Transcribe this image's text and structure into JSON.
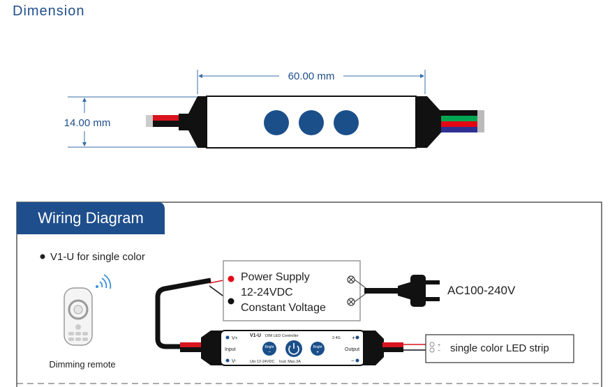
{
  "dimension": {
    "title": "Dimension",
    "width_label": "60.00 mm",
    "height_label": "14.00 mm",
    "button_color": "#1b4f8a",
    "wire_colors": [
      "#000000",
      "#00a651",
      "#e30613",
      "#2e3192"
    ]
  },
  "wiring": {
    "title": "Wiring Diagram",
    "tab_color": "#1f4e8c",
    "bullet_text": "V1-U for single color",
    "remote_label": "Dimming remote",
    "power_supply": {
      "line1": "Power Supply",
      "line2": "12-24VDC",
      "line3": "Constant Voltage"
    },
    "ac_label": "AC100-240V",
    "led_strip_label": "single color LED strip",
    "controller": {
      "model": "V1-U",
      "subtitle": "DIM LED Controller",
      "input_label": "Input",
      "output_label": "Output",
      "vplus": "V+",
      "vminus": "V-",
      "plus": "+",
      "minus": "−",
      "bright_up": "Bright",
      "bright_down": "Bright",
      "spec_vin": "Uin:12-24VDC",
      "spec_iout": "Iout: Max.3A",
      "rf": "2.4G"
    }
  }
}
